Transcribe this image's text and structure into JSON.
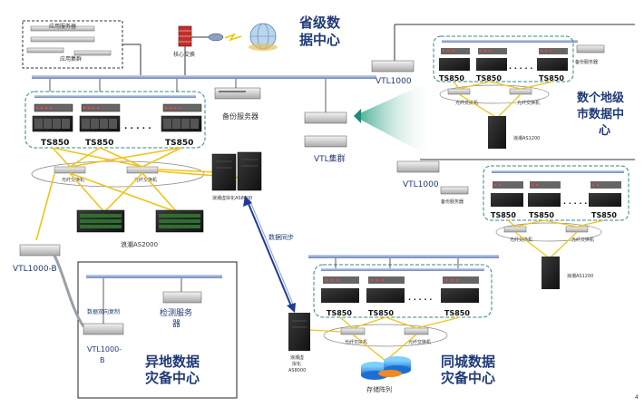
{
  "title_provincial": [
    "省级数",
    "据中心"
  ],
  "title_city": [
    "数个地级",
    "市数据中",
    "心"
  ],
  "title_remote": [
    "异地数据",
    "灾备中心"
  ],
  "title_samecity": [
    "同城数据",
    "灾备中心"
  ],
  "core_switch": "核心交换",
  "app_server": "应用服务器",
  "app_cluster": "应用集群",
  "backup_server": "备份服务器",
  "vtl1000": "VTL1000",
  "vtl_cluster": "VTL集群",
  "vtl1000_b": "VTL1000-B",
  "vtl1000_b2": "VTL1000-",
  "vtl1000_b3": "B",
  "ts850": "TS850",
  "dots": ". . . . .",
  "fc_switch": "光纤交换机",
  "storage_as2000": "浪潮AS2000",
  "storage_as8000": "浪潮虚拟化AS8000",
  "as1200": "浪潮AS1200",
  "data_sync": "数据同步",
  "data_copy": "数据双向复制",
  "monitor_server": [
    "检测服务",
    "器"
  ],
  "storage_array": "存储阵列",
  "as8000_a": "浪潮虚",
  "as8000_b": "拟化",
  "as8000_c": "AS8000",
  "page_mark": "4"
}
